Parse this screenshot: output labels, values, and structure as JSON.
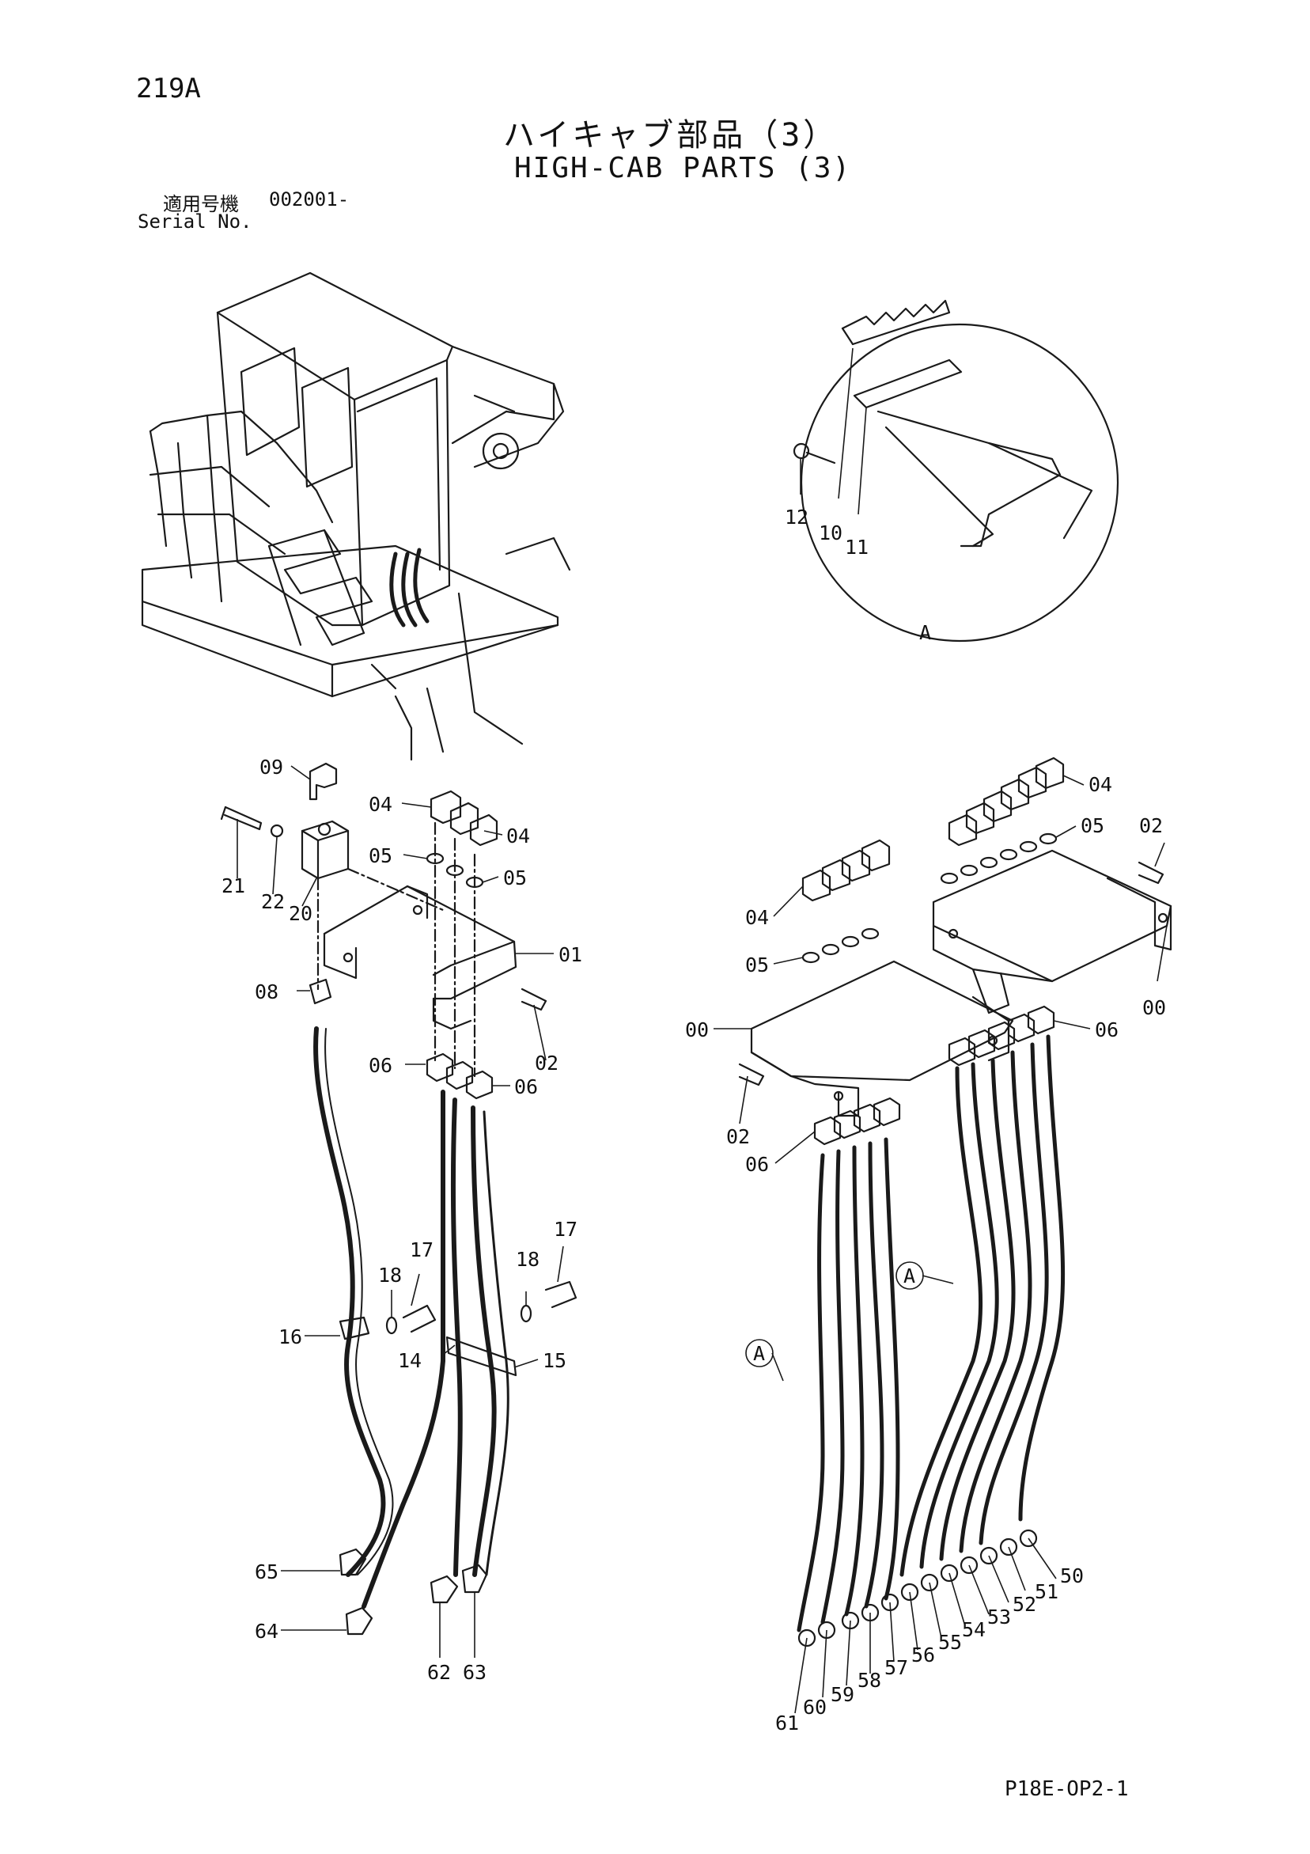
{
  "header": {
    "page_number": "219A",
    "title_jp": "ハイキャブ部品（3）",
    "title_en": "HIGH-CAB PARTS (3)",
    "serial_label_jp": "適用号機",
    "serial_value": "002001-",
    "serial_label_en": "Serial No."
  },
  "footer": {
    "code": "P18E-OP2-1"
  },
  "callouts": {
    "detail_a": [
      "12",
      "10",
      "11",
      "A"
    ],
    "left": [
      "09",
      "04",
      "04",
      "21",
      "22",
      "20",
      "05",
      "05",
      "01",
      "08",
      "02",
      "06",
      "06",
      "17",
      "17",
      "18",
      "18",
      "16",
      "14",
      "15",
      "65",
      "64",
      "62",
      "63"
    ],
    "right": [
      "04",
      "05",
      "02",
      "04",
      "05",
      "00",
      "00",
      "06",
      "02",
      "06",
      "A",
      "A",
      "50",
      "51",
      "52",
      "53",
      "54",
      "55",
      "56",
      "57",
      "58",
      "59",
      "60",
      "61"
    ]
  }
}
